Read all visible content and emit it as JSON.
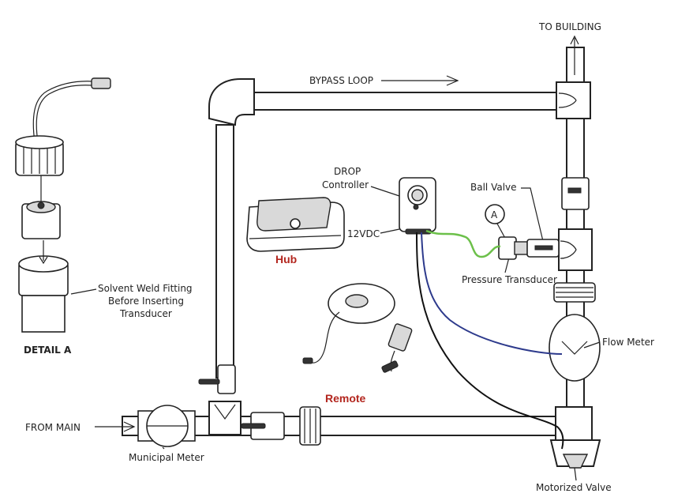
{
  "labels": {
    "to_building": "TO BUILDING",
    "bypass_loop": "BYPASS LOOP",
    "drop_controller_line1": "DROP",
    "drop_controller_line2": "Controller",
    "ball_valve": "Ball Valve",
    "a_marker": "A",
    "hub": "Hub",
    "twelve_vdc": "12VDC",
    "pressure_transducer": "Pressure Transducer",
    "solvent_weld_line1": "Solvent Weld Fitting",
    "solvent_weld_line2": "Before Inserting",
    "solvent_weld_line3": "Transducer",
    "detail_a": "DETAIL A",
    "flow_meter": "Flow Meter",
    "remote": "Remote",
    "from_main": "FROM MAIN",
    "municipal_meter": "Municipal Meter",
    "motorized_valve": "Motorized Valve"
  },
  "colors": {
    "line": "#222222",
    "highlight_red": "#b3261e",
    "green_wire": "#6cc04a",
    "blue_wire": "#2d3a8c",
    "black_wire": "#111111"
  }
}
